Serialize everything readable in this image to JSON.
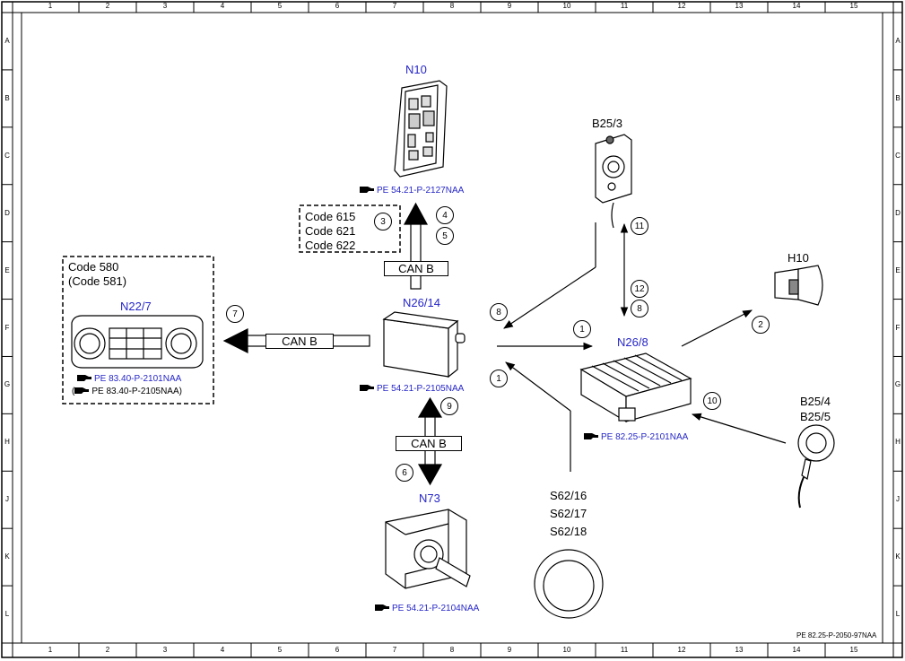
{
  "grid": {
    "columns": [
      "1",
      "2",
      "3",
      "4",
      "5",
      "6",
      "7",
      "8",
      "9",
      "10",
      "11",
      "12",
      "13",
      "14",
      "15"
    ],
    "rows": [
      "A",
      "B",
      "C",
      "D",
      "E",
      "F",
      "G",
      "H",
      "J",
      "K",
      "L"
    ]
  },
  "document_ref": "PE 82.25-P-2050-97NAA",
  "components": {
    "n10": {
      "label": "N10",
      "ref": "PE 54.21-P-2127NAA"
    },
    "n26_14": {
      "label": "N26/14",
      "ref": "PE 54.21-P-2105NAA"
    },
    "n22_7": {
      "label": "N22/7",
      "ref": "PE 83.40-P-2101NAA",
      "ref_alt": "PE 83.40-P-2105NAA)",
      "ref_alt_prefix": "("
    },
    "n73": {
      "label": "N73",
      "ref": "PE 54.21-P-2104NAA"
    },
    "n26_8": {
      "label": "N26/8",
      "ref": "PE 82.25-P-2101NAA"
    },
    "b25_3": {
      "label": "B25/3"
    },
    "h10": {
      "label": "H10"
    },
    "b25_4": {
      "label": "B25/4"
    },
    "b25_5": {
      "label": "B25/5"
    },
    "s62_16": {
      "label": "S62/16"
    },
    "s62_17": {
      "label": "S62/17"
    },
    "s62_18": {
      "label": "S62/18"
    }
  },
  "code_boxes": {
    "top": [
      "Code 615",
      "Code 621",
      "Code 622"
    ],
    "left": [
      "Code 580",
      "(Code 581)"
    ]
  },
  "bus_label": "CAN B",
  "callouts": {
    "c1a": "1",
    "c1b": "1",
    "c2": "2",
    "c3": "3",
    "c4": "4",
    "c5": "5",
    "c6": "6",
    "c7": "7",
    "c8a": "8",
    "c8b": "8",
    "c9": "9",
    "c10": "10",
    "c11": "11",
    "c12": "12"
  },
  "colors": {
    "line": "#000000",
    "label_blue": "#2626c8",
    "paper": "#ffffff"
  }
}
